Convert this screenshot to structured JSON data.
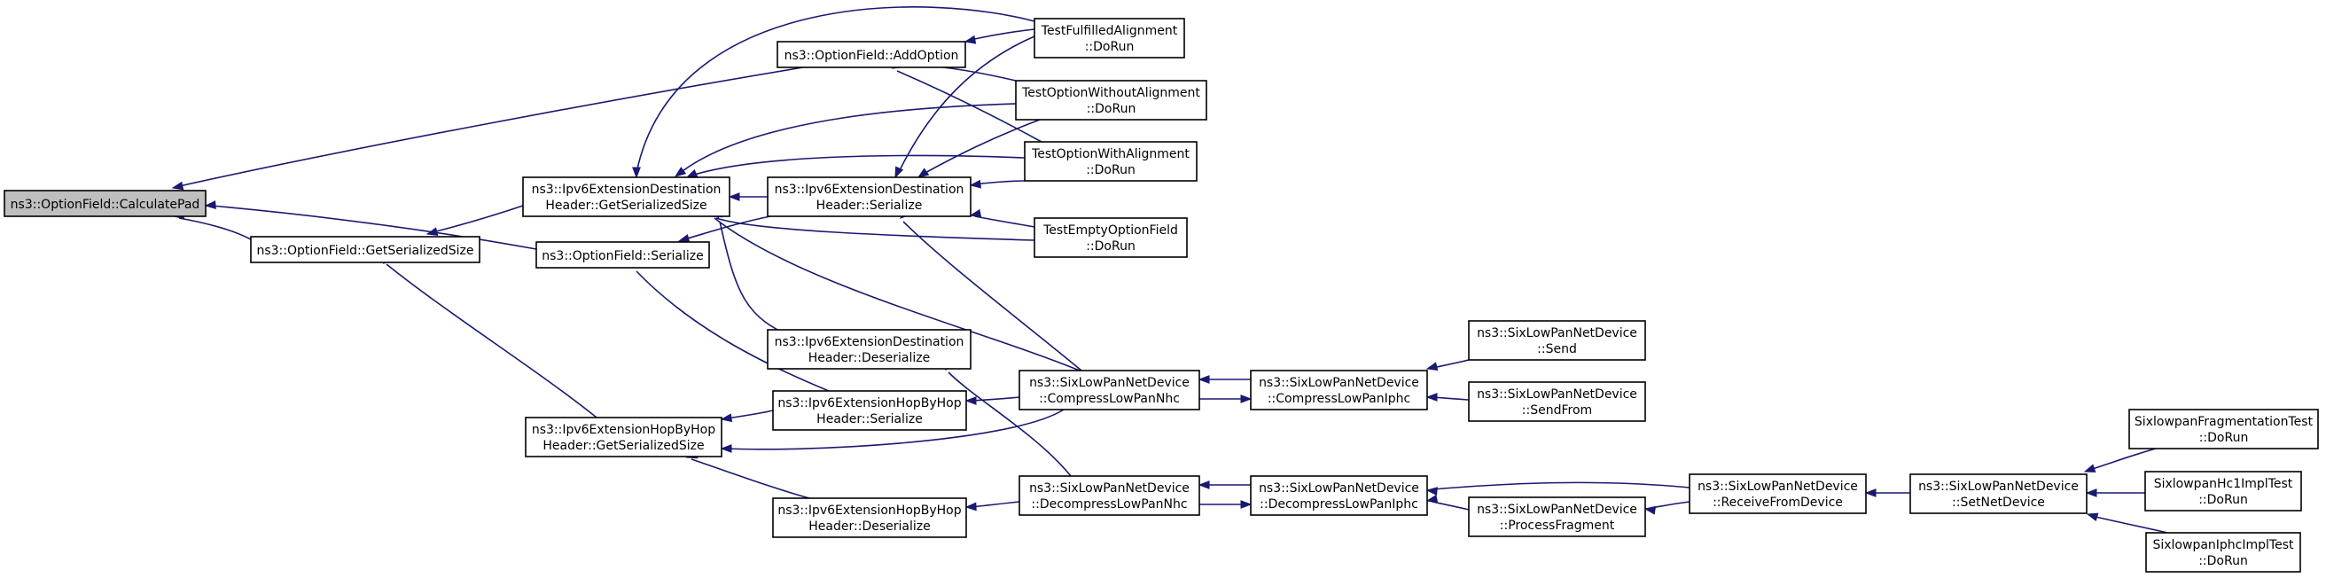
{
  "colors": {
    "edge": "#191970",
    "node_border": "#000000",
    "highlight_fill": "#bfbfbf",
    "background": "#ffffff"
  },
  "nodes": {
    "calculatepad": {
      "lines": [
        "ns3::OptionField::CalculatePad"
      ]
    },
    "getserializedsize": {
      "lines": [
        "ns3::OptionField::GetSerializedSize"
      ]
    },
    "serialize": {
      "lines": [
        "ns3::OptionField::Serialize"
      ]
    },
    "addoption": {
      "lines": [
        "ns3::OptionField::AddOption"
      ]
    },
    "ipv6dest_getsize": {
      "lines": [
        "ns3::Ipv6ExtensionDestination",
        "Header::GetSerializedSize"
      ]
    },
    "ipv6hop_getsize": {
      "lines": [
        "ns3::Ipv6ExtensionHopByHop",
        "Header::GetSerializedSize"
      ]
    },
    "ipv6dest_serialize": {
      "lines": [
        "ns3::Ipv6ExtensionDestination",
        "Header::Serialize"
      ]
    },
    "ipv6dest_deserialize": {
      "lines": [
        "ns3::Ipv6ExtensionDestination",
        "Header::Deserialize"
      ]
    },
    "ipv6hop_serialize": {
      "lines": [
        "ns3::Ipv6ExtensionHopByHop",
        "Header::Serialize"
      ]
    },
    "ipv6hop_deserialize": {
      "lines": [
        "ns3::Ipv6ExtensionHopByHop",
        "Header::Deserialize"
      ]
    },
    "test_fulfilled": {
      "lines": [
        "TestFulfilledAlignment",
        "::DoRun"
      ]
    },
    "test_without": {
      "lines": [
        "TestOptionWithoutAlignment",
        "::DoRun"
      ]
    },
    "test_with": {
      "lines": [
        "TestOptionWithAlignment",
        "::DoRun"
      ]
    },
    "test_empty": {
      "lines": [
        "TestEmptyOptionField",
        "::DoRun"
      ]
    },
    "compress_nhc": {
      "lines": [
        "ns3::SixLowPanNetDevice",
        "::CompressLowPanNhc"
      ]
    },
    "decompress_nhc": {
      "lines": [
        "ns3::SixLowPanNetDevice",
        "::DecompressLowPanNhc"
      ]
    },
    "compress_iphc": {
      "lines": [
        "ns3::SixLowPanNetDevice",
        "::CompressLowPanIphc"
      ]
    },
    "decompress_iphc": {
      "lines": [
        "ns3::SixLowPanNetDevice",
        "::DecompressLowPanIphc"
      ]
    },
    "send": {
      "lines": [
        "ns3::SixLowPanNetDevice",
        "::Send"
      ]
    },
    "sendfrom": {
      "lines": [
        "ns3::SixLowPanNetDevice",
        "::SendFrom"
      ]
    },
    "processfragment": {
      "lines": [
        "ns3::SixLowPanNetDevice",
        "::ProcessFragment"
      ]
    },
    "receivefromdevice": {
      "lines": [
        "ns3::SixLowPanNetDevice",
        "::ReceiveFromDevice"
      ]
    },
    "setnetdevice": {
      "lines": [
        "ns3::SixLowPanNetDevice",
        "::SetNetDevice"
      ]
    },
    "test_frag": {
      "lines": [
        "SixlowpanFragmentationTest",
        "::DoRun"
      ]
    },
    "test_hc1": {
      "lines": [
        "SixlowpanHc1ImplTest",
        "::DoRun"
      ]
    },
    "test_iphc": {
      "lines": [
        "SixlowpanIphcImplTest",
        "::DoRun"
      ]
    }
  }
}
